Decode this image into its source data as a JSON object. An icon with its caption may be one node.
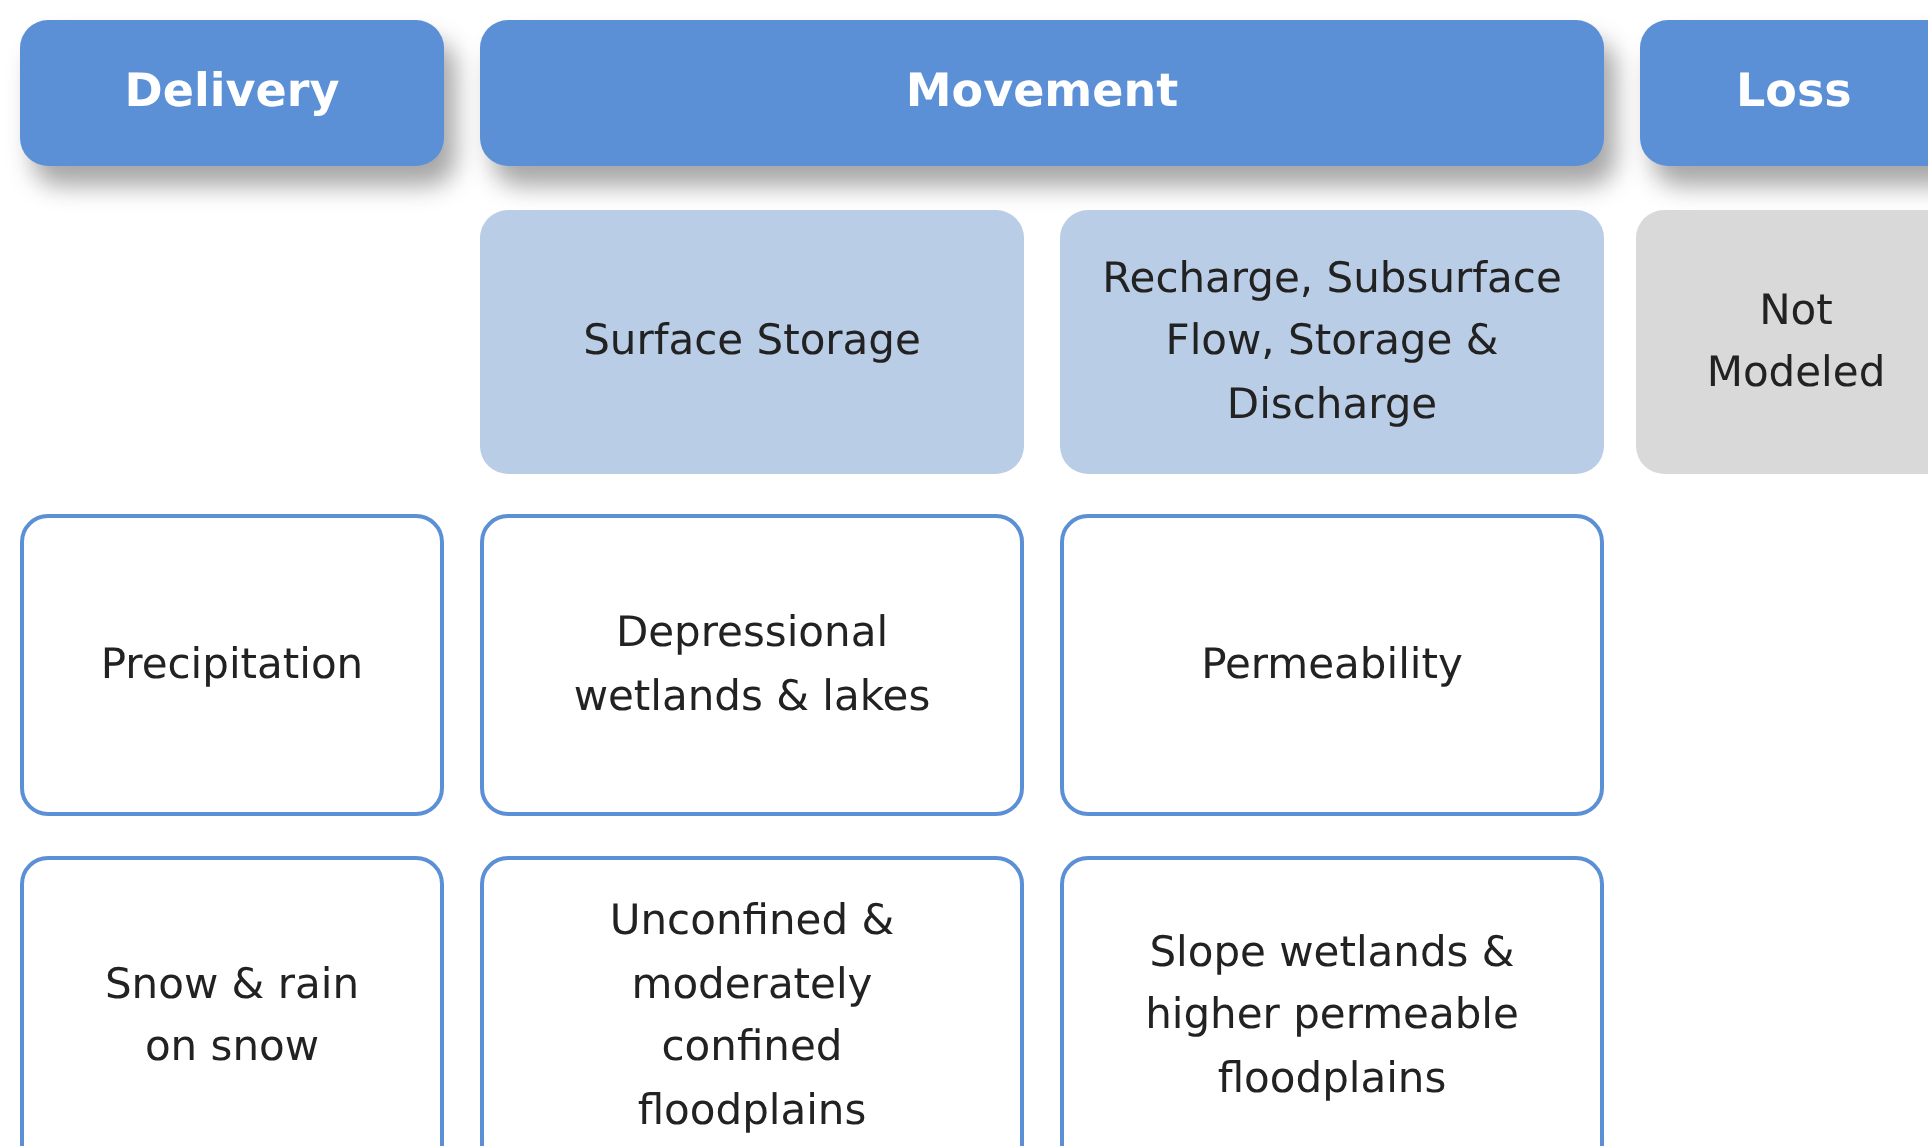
{
  "diagram": {
    "nodes": [
      {
        "text": [
          "Delivery"
        ]
      },
      {
        "text": [
          "Movement"
        ]
      },
      {
        "text": [
          "Loss"
        ]
      },
      {
        "text": [
          "Surface Storage"
        ]
      },
      {
        "text": [
          "Recharge, Subsurface Flow, Storage & Discharge"
        ]
      },
      {
        "text": [
          "Not Modeled"
        ]
      },
      {
        "text": [
          "Precipitation"
        ]
      },
      {
        "text": [
          "Depressional wetlands & lakes"
        ]
      },
      {
        "text": [
          "Permeability"
        ]
      },
      {
        "text": [
          "Snow & rain on snow"
        ]
      },
      {
        "text": [
          "Unconfined & moderately confined floodplains"
        ]
      },
      {
        "text": [
          "Slope wetlands & higher permeable floodplains"
        ]
      }
    ]
  }
}
